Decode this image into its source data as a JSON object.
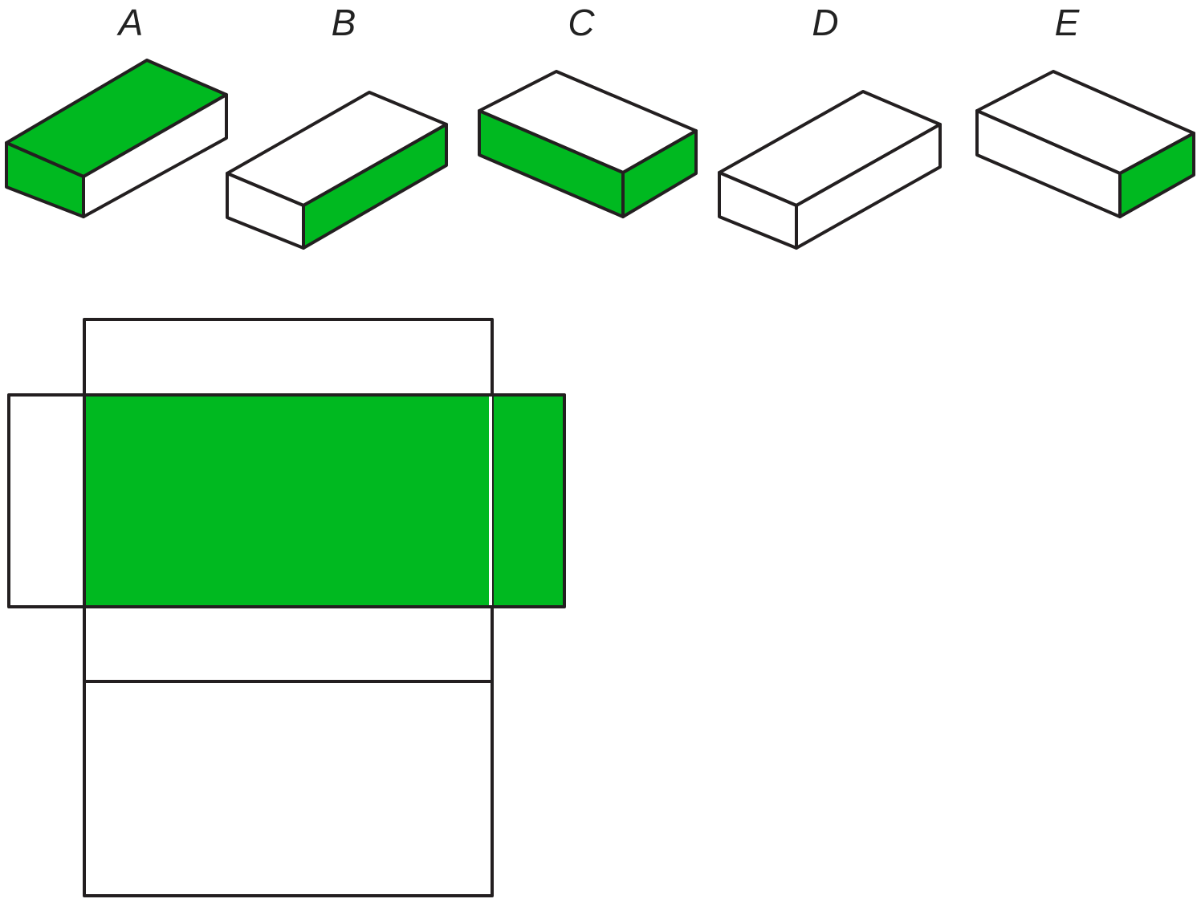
{
  "options": [
    {
      "label": "A",
      "top": "green",
      "front": "green",
      "side": "white"
    },
    {
      "label": "B",
      "top": "white",
      "front": "white",
      "side": "green"
    },
    {
      "label": "C",
      "top": "white",
      "front": "green",
      "side": "green"
    },
    {
      "label": "D",
      "top": "white",
      "front": "white",
      "side": "white"
    },
    {
      "label": "E",
      "top": "white",
      "front": "white",
      "side": "green"
    }
  ],
  "net": {
    "faces": [
      {
        "name": "top-flap",
        "color": "white"
      },
      {
        "name": "left-flap",
        "color": "white"
      },
      {
        "name": "center-face",
        "color": "green"
      },
      {
        "name": "right-flap",
        "color": "green"
      },
      {
        "name": "lower-flap",
        "color": "white"
      },
      {
        "name": "bottom-face",
        "color": "white"
      }
    ]
  },
  "colors": {
    "green": "#00b920",
    "white": "#ffffff",
    "outline": "#231f20"
  }
}
